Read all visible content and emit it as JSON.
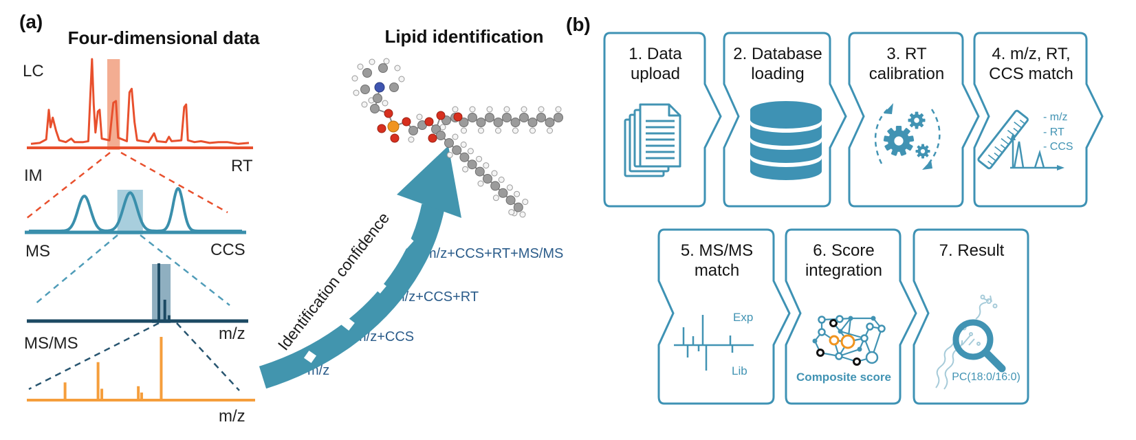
{
  "panel_a": {
    "label": "(a)",
    "title": "Four-dimensional data",
    "plots": [
      {
        "name": "LC",
        "axis": "RT"
      },
      {
        "name": "IM",
        "axis": "CCS"
      },
      {
        "name": "MS",
        "axis": "m/z"
      },
      {
        "name": "MS/MS",
        "axis": "m/z"
      }
    ],
    "identification": {
      "title": "Lipid identification",
      "arrow_label": "Identification confidence",
      "levels": [
        "m/z",
        "m/z+CCS",
        "m/z+CCS+RT",
        "m/z+CCS+RT+MS/MS"
      ]
    }
  },
  "panel_b": {
    "label": "(b)",
    "steps": [
      {
        "title": "1. Data upload",
        "icon": "documents-icon"
      },
      {
        "title": "2. Database loading",
        "icon": "database-icon"
      },
      {
        "title": "3. RT calibration",
        "icon": "gears-icon"
      },
      {
        "title": "4. m/z, RT, CCS match",
        "icon": "ruler-spectrum-icon",
        "annotations": [
          "- m/z",
          "- RT",
          "- CCS"
        ]
      },
      {
        "title": "5. MS/MS match",
        "icon": "mirror-spectrum-icon",
        "annotations": [
          "Exp",
          "Lib"
        ]
      },
      {
        "title": "6. Score integration",
        "icon": "network-icon",
        "caption": "Composite score"
      },
      {
        "title": "7. Result",
        "icon": "magnifier-icon",
        "caption": "PC(18:0/16:0)"
      }
    ]
  },
  "chart_data": [
    {
      "type": "line",
      "name": "LC",
      "xlabel": "RT",
      "highlight_x": [
        0.35,
        0.408
      ],
      "points": [
        [
          0,
          0.03
        ],
        [
          0.04,
          0.04
        ],
        [
          0.07,
          0.08
        ],
        [
          0.082,
          0.42
        ],
        [
          0.09,
          0.22
        ],
        [
          0.1,
          0.33
        ],
        [
          0.115,
          0.18
        ],
        [
          0.13,
          0.07
        ],
        [
          0.16,
          0.05
        ],
        [
          0.185,
          0.09
        ],
        [
          0.2,
          0.05
        ],
        [
          0.24,
          0.05
        ],
        [
          0.263,
          0.06
        ],
        [
          0.272,
          0.55
        ],
        [
          0.28,
          1
        ],
        [
          0.288,
          0.48
        ],
        [
          0.296,
          0.16
        ],
        [
          0.307,
          0.4
        ],
        [
          0.315,
          0.42
        ],
        [
          0.325,
          0.09
        ],
        [
          0.36,
          0.07
        ],
        [
          0.378,
          0.5
        ],
        [
          0.39,
          0.52
        ],
        [
          0.4,
          0.1
        ],
        [
          0.44,
          0.06
        ],
        [
          0.452,
          0.62
        ],
        [
          0.462,
          0.66
        ],
        [
          0.475,
          0.28
        ],
        [
          0.487,
          0.07
        ],
        [
          0.54,
          0.05
        ],
        [
          0.565,
          0.15
        ],
        [
          0.578,
          0.06
        ],
        [
          0.62,
          0.05
        ],
        [
          0.633,
          0.11
        ],
        [
          0.645,
          0.06
        ],
        [
          0.69,
          0.07
        ],
        [
          0.703,
          0.45
        ],
        [
          0.712,
          0.48
        ],
        [
          0.72,
          0.07
        ],
        [
          0.75,
          0.05
        ],
        [
          0.78,
          0.06
        ],
        [
          0.82,
          0.04
        ],
        [
          0.86,
          0.05
        ],
        [
          0.9,
          0.05
        ],
        [
          0.95,
          0.03
        ],
        [
          1,
          0.04
        ]
      ]
    },
    {
      "type": "peaks",
      "name": "IM",
      "xlabel": "CCS",
      "highlight_x": [
        0.415,
        0.535
      ],
      "peaks": [
        {
          "center": 0.26,
          "sigma": 0.03,
          "height": 0.82
        },
        {
          "center": 0.475,
          "sigma": 0.032,
          "height": 0.9
        },
        {
          "center": 0.7,
          "sigma": 0.024,
          "height": 1
        }
      ]
    },
    {
      "type": "stick",
      "name": "MS",
      "xlabel": "m/z",
      "highlight_x": [
        0.568,
        0.655
      ],
      "sticks": [
        [
          0.6,
          1
        ],
        [
          0.628,
          0.37
        ],
        [
          0.648,
          0.1
        ]
      ]
    },
    {
      "type": "stick",
      "name": "MS/MS",
      "xlabel": "m/z",
      "sticks": [
        [
          0.155,
          0.28
        ],
        [
          0.305,
          0.6
        ],
        [
          0.322,
          0.18
        ],
        [
          0.488,
          0.22
        ],
        [
          0.503,
          0.12
        ],
        [
          0.592,
          1
        ]
      ]
    }
  ],
  "colors": {
    "teal": "#4193b3",
    "frame_teal": "#3e92b4",
    "lc_red": "#e8502d",
    "im_teal": "#3a8fac",
    "ms_navy": "#1c4a63",
    "msms_orange": "#f59e3c",
    "arrow_teal": "#4295ae",
    "label_navy": "#2b5c8a",
    "orange_node": "#f0941f"
  }
}
